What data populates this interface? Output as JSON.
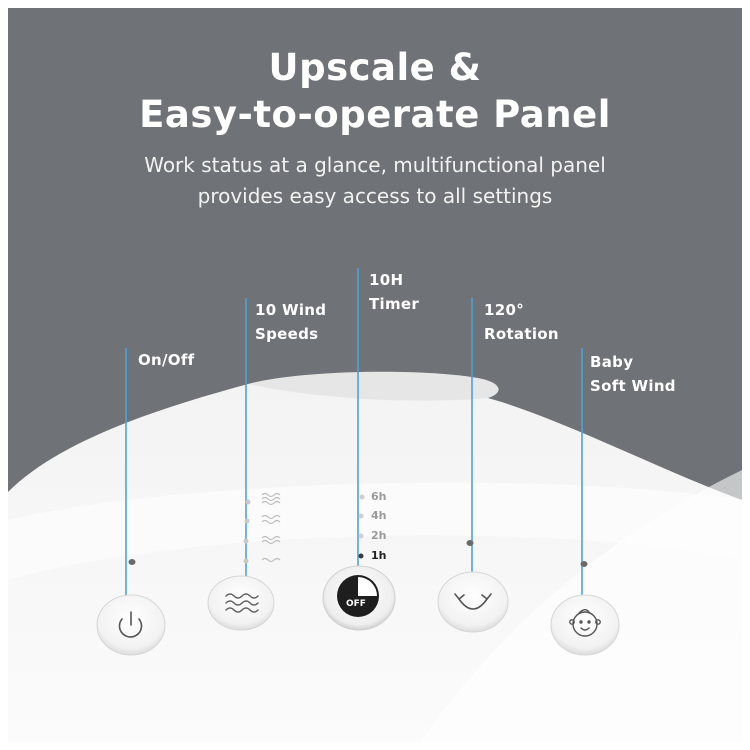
{
  "headline": {
    "line1": "Upscale &",
    "line2": "Easy-to-operate Panel"
  },
  "subheadline": {
    "line1": "Work status at a glance, multifunctional panel",
    "line2": "provides easy access to all settings"
  },
  "callouts": {
    "on_off": "On/Off",
    "wind_speeds": [
      "10 Wind",
      "Speeds"
    ],
    "timer": [
      "10H",
      "Timer"
    ],
    "rotation": [
      "120°",
      "Rotation"
    ],
    "baby_wind": [
      "Baby",
      "Soft Wind"
    ]
  },
  "timer_options": [
    "6h",
    "4h",
    "2h",
    "1h"
  ],
  "timer_selected": "1h",
  "timer_button_label": "OFF",
  "colors": {
    "background": "#6f7276",
    "callout_line": "#4aa3df",
    "panel": "#f4f4f4",
    "text": "#ffffff"
  },
  "icons": {
    "power": "power-icon",
    "wind": "wind-waves-icon",
    "timer": "timer-off-icon",
    "rotation": "rotation-arrows-icon",
    "baby": "baby-face-icon"
  }
}
